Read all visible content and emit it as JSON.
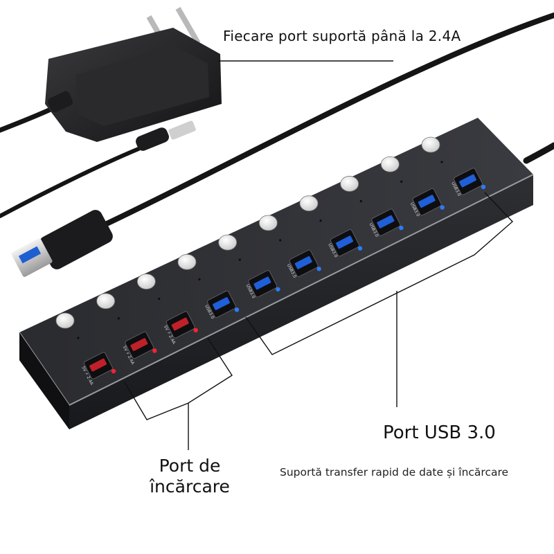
{
  "labels": {
    "adapter_note": "Fiecare port suportă până la 2.4A",
    "usb3_title": "Port USB 3.0",
    "usb3_subtitle": "Suportă transfer rapid de date și încărcare",
    "charging_line1": "Port de",
    "charging_line2": "încărcare"
  },
  "hub": {
    "charging_port_label": "5V ⚡ 2.4A",
    "data_port_label": "USB3.0",
    "charging_port_count": 3,
    "data_port_count": 7,
    "button_count": 10
  },
  "colors": {
    "hub_body": "#2b2c30",
    "charging_port": "#c0202a",
    "data_port": "#1f5fd8",
    "cable": "#151515",
    "button": "#eeeeee"
  }
}
